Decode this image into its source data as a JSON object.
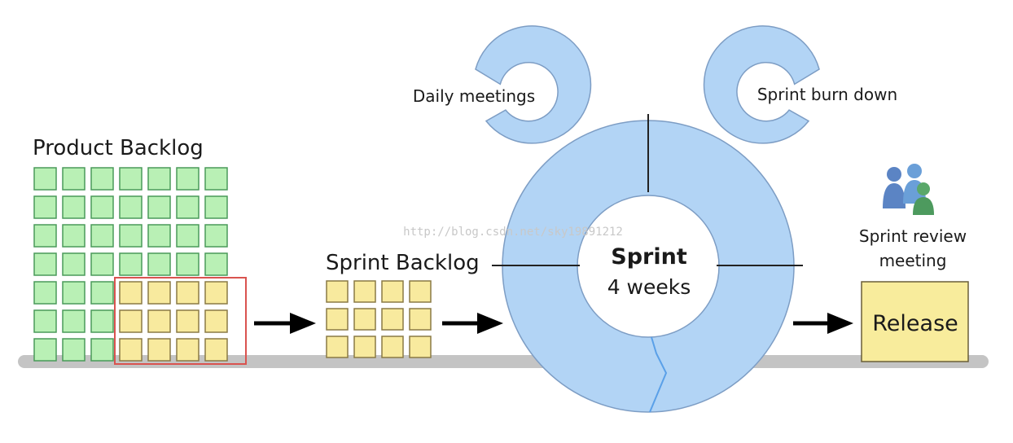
{
  "labels": {
    "product_backlog": "Product Backlog",
    "sprint_backlog": "Sprint Backlog",
    "daily_meetings": "Daily meetings",
    "sprint_burn_down": "Sprint burn down",
    "sprint_line1": "Sprint",
    "sprint_line2": "4 weeks",
    "review_line1": "Sprint review",
    "review_line2": "meeting",
    "release": "Release",
    "watermark": "http://blog.csdn.net/sky19891212"
  },
  "product_backlog_grid": {
    "rows": 7,
    "cols": 7,
    "selected_rows": 3,
    "selected_cols": 4
  },
  "sprint_backlog_grid": {
    "rows": 3,
    "cols": 4
  },
  "colors": {
    "backlog_item": "#b9f0b5",
    "backlog_border": "#4a9a5a",
    "sprint_item": "#f8ea9e",
    "sprint_border": "#8a7a45",
    "selection_box": "#d9534f",
    "cycle_fill": "#b2d4f5",
    "cycle_stroke": "#7d9dc4",
    "ground": "#c4c4c4",
    "release_fill": "#f8ec9c",
    "arrow": "#000000"
  }
}
